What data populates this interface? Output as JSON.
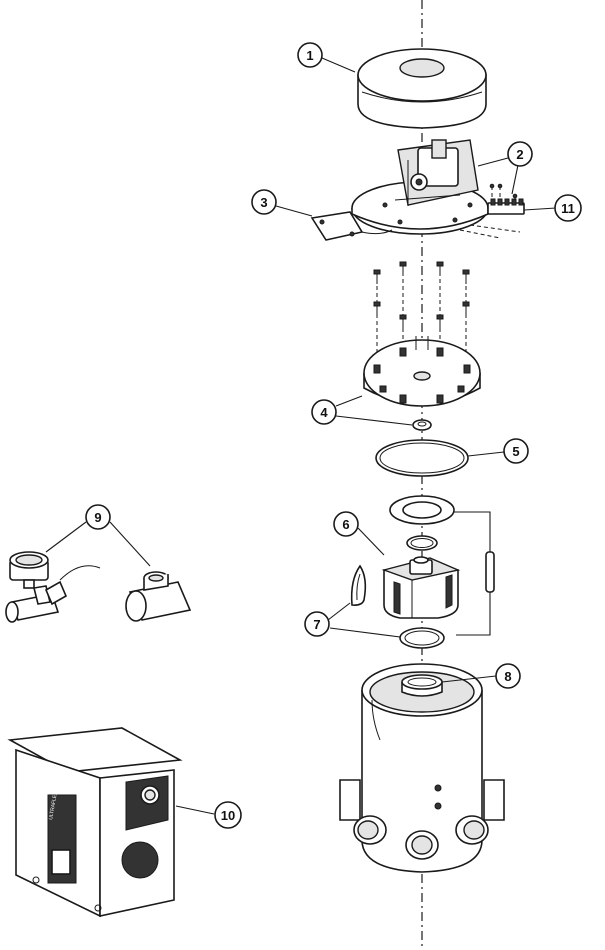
{
  "diagram": {
    "type": "exploded-parts-view",
    "callouts": [
      {
        "number": "1"
      },
      {
        "number": "2"
      },
      {
        "number": "3"
      },
      {
        "number": "4"
      },
      {
        "number": "5"
      },
      {
        "number": "6"
      },
      {
        "number": "7"
      },
      {
        "number": "8"
      },
      {
        "number": "9"
      },
      {
        "number": "10"
      },
      {
        "number": "11"
      }
    ],
    "controller_brand_text": "ULTRAFLEX"
  }
}
